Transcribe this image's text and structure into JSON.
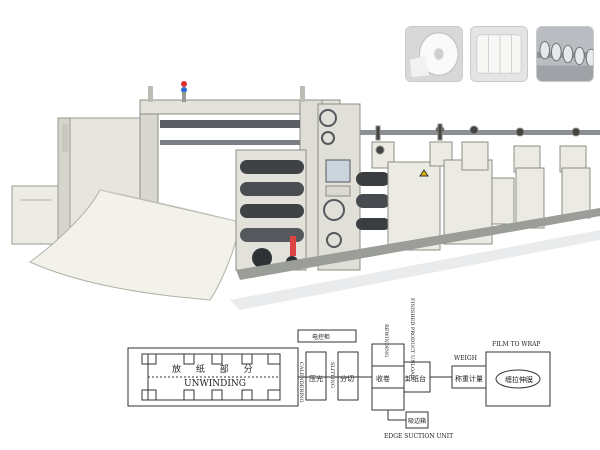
{
  "thumbnails": [
    {
      "name": "paper-roll"
    },
    {
      "name": "paper-sheets"
    },
    {
      "name": "slitting-blades"
    }
  ],
  "diagram": {
    "section_label": "电控柜",
    "unwinding_cn": "放 纸 部 分",
    "unwinding_en": "UNWINDING",
    "calendering_en": "CALENDERING",
    "pressing_cn": "压光",
    "slitting_en": "SLITTING",
    "slitting_cn": "分切",
    "rewinding_en": "REWINDING",
    "rewinding_cn": "收卷",
    "finished_en": "FINISHED PRODUCT UNLOAD",
    "unload_cn": "卸纸台",
    "weigh_en": "WEIGH",
    "weigh_cn": "称重计量",
    "film_en": "FILM TO WRAP",
    "film_cn": "缠拉伸膜",
    "edge_cn": "吸边箱",
    "edge_en": "EDGE SUCTION UNIT"
  }
}
